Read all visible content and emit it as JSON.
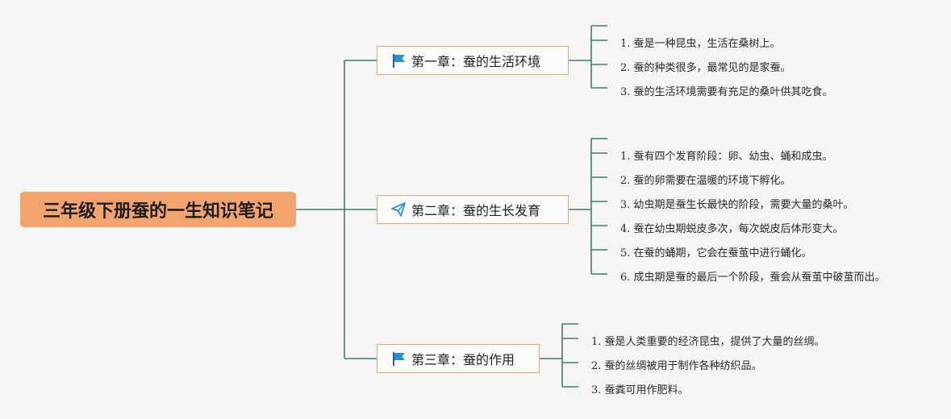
{
  "title": "三年级下册蚕的一生知识笔记",
  "colors": {
    "root": "#f2a46c",
    "border": "#e8a46e",
    "line": "#3f7f6f",
    "flag": "#2b8fd6"
  },
  "chapters": [
    {
      "icon": "flag-icon",
      "label": "第一章：蚕的生活环境",
      "items": [
        "1. 蚕是一种昆虫，生活在桑树上。",
        "2. 蚕的种类很多，最常见的是家蚕。",
        "3. 蚕的生活环境需要有充足的桑叶供其吃食。"
      ]
    },
    {
      "icon": "paper-plane-icon",
      "label": "第二章：蚕的生长发育",
      "items": [
        "1. 蚕有四个发育阶段：卵、幼虫、蛹和成虫。",
        "2. 蚕的卵需要在温暖的环境下孵化。",
        "3. 幼虫期是蚕生长最快的阶段，需要大量的桑叶。",
        "4. 蚕在幼虫期蜕皮多次，每次蜕皮后体形变大。",
        "5. 在蚕的蛹期，它会在蚕茧中进行蛹化。",
        "6. 成虫期是蚕的最后一个阶段，蚕会从蚕茧中破茧而出。"
      ]
    },
    {
      "icon": "flag-icon",
      "label": "第三章：蚕的作用",
      "items": [
        "1. 蚕是人类重要的经济昆虫，提供了大量的丝绸。",
        "2. 蚕的丝绸被用于制作各种纺织品。",
        "3. 蚕粪可用作肥料。"
      ]
    }
  ]
}
